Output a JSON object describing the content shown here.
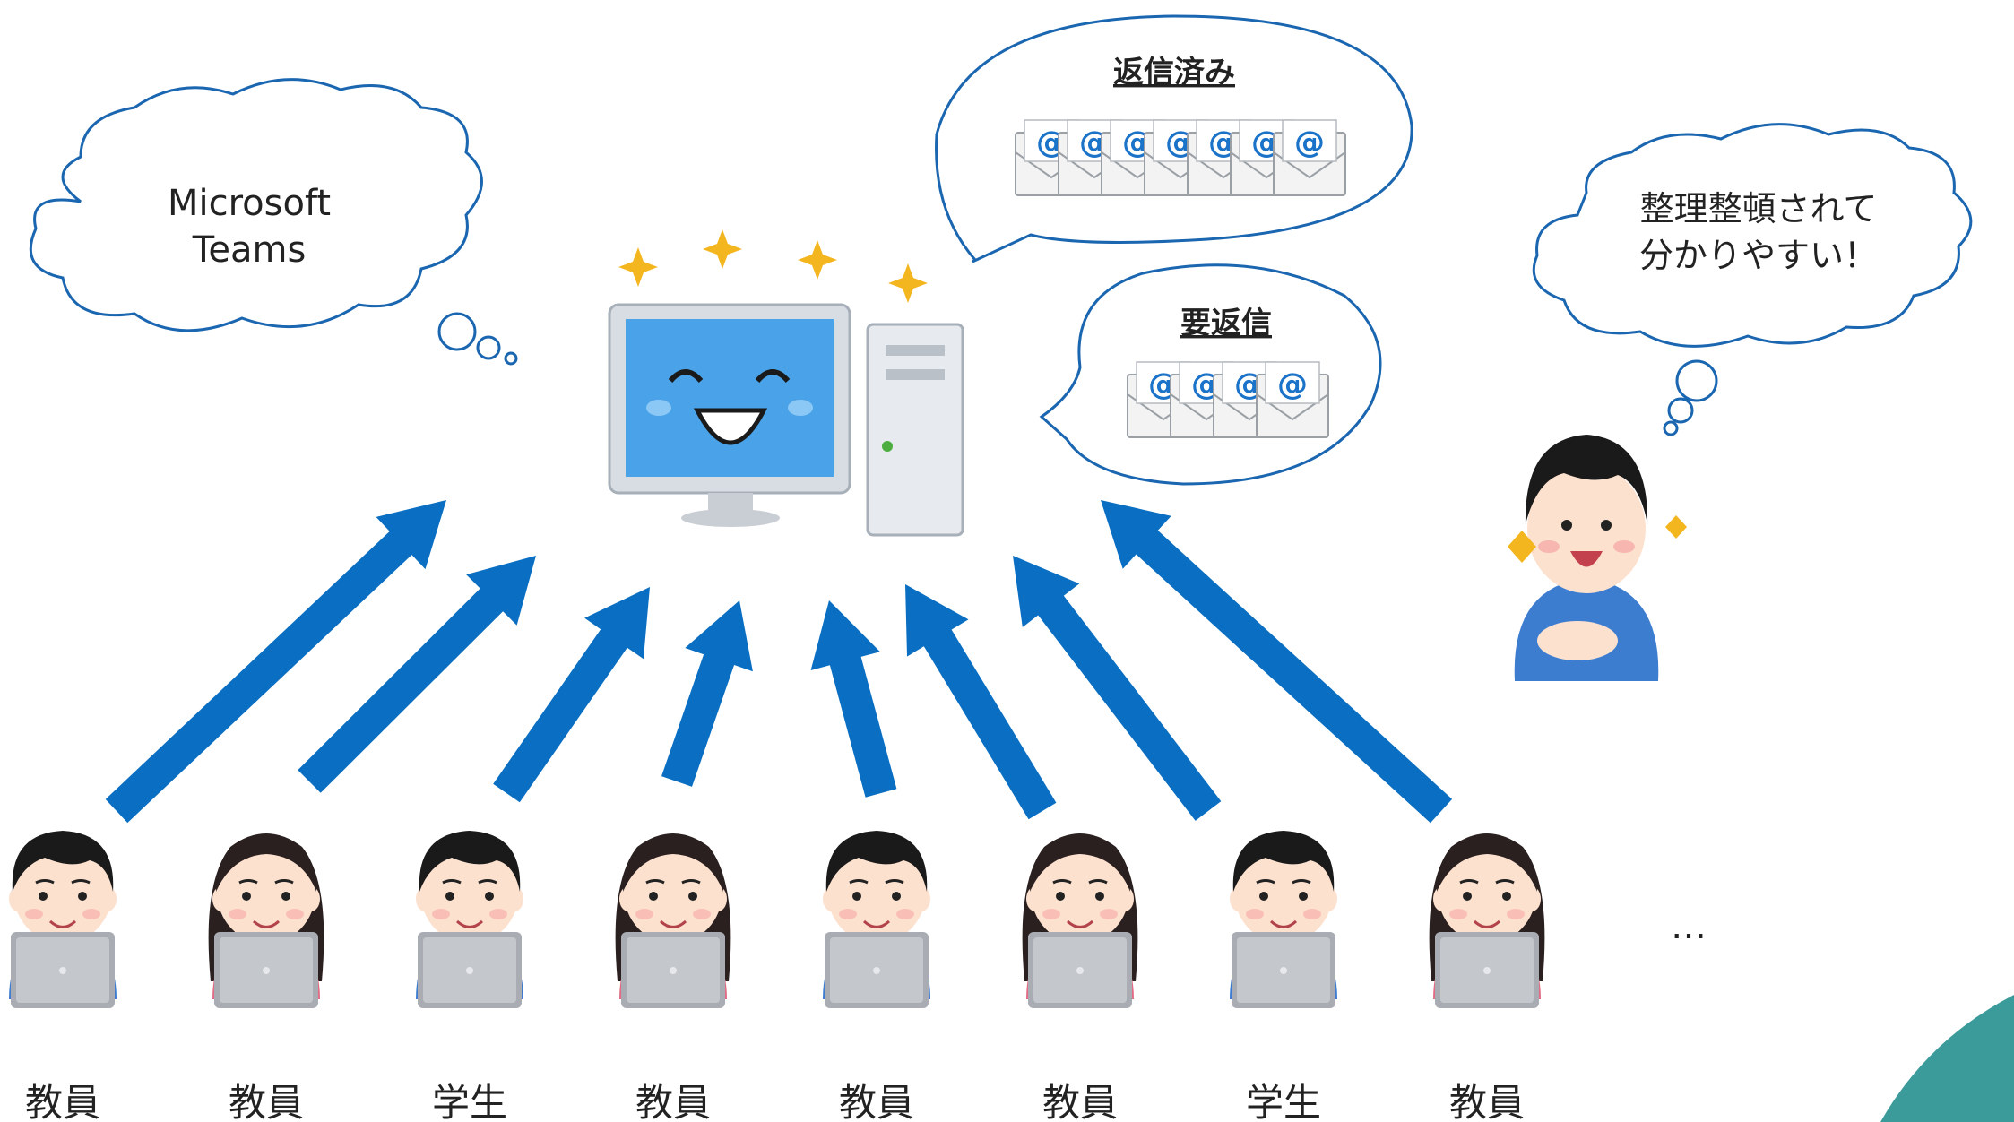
{
  "thought_left": {
    "line1": "Microsoft",
    "line2": "Teams"
  },
  "bubble_replied": {
    "title": "返信済み",
    "envelope_count": 7,
    "envelope_symbol": "@"
  },
  "bubble_pending": {
    "title": "要返信",
    "envelope_count": 4,
    "envelope_symbol": "@"
  },
  "thought_right": {
    "line1": "整理整頓されて",
    "line2": "分かりやすい！"
  },
  "people": [
    {
      "label": "教員",
      "gender": "male"
    },
    {
      "label": "教員",
      "gender": "female"
    },
    {
      "label": "学生",
      "gender": "male"
    },
    {
      "label": "教員",
      "gender": "female"
    },
    {
      "label": "教員",
      "gender": "male"
    },
    {
      "label": "教員",
      "gender": "female"
    },
    {
      "label": "学生",
      "gender": "male"
    },
    {
      "label": "教員",
      "gender": "female"
    }
  ],
  "ellipsis": "…",
  "colors": {
    "arrow": "#0a6fc2",
    "bubble_stroke": "#1a66b0",
    "monitor_screen": "#4aa3e8",
    "shirt_blue": "#3d7dd0",
    "hair": "#1a1a1a",
    "skin": "#fde1cf",
    "teal_corner": "#3b9a9a"
  }
}
